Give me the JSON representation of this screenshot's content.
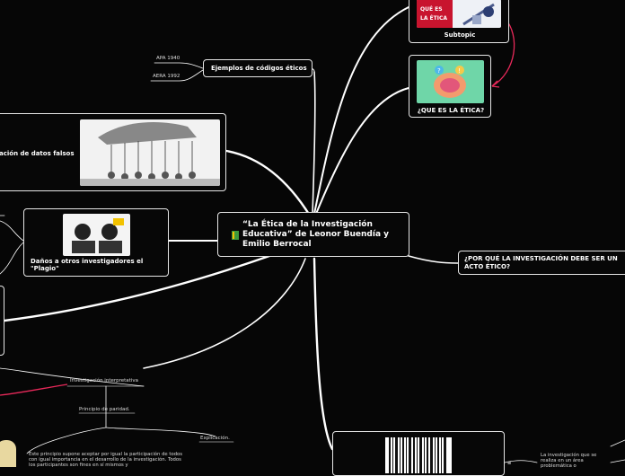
{
  "central": {
    "title": "“La Ética de la Investigación Educativa” de Leonor Buendía y Emilio Berrocal"
  },
  "topics": {
    "subtopic": "Subtopic",
    "subtopic_image_text_1": "QUÉ ES",
    "subtopic_image_text_2": "LA ÉTICA",
    "que_es": "¿QUE ES LA ÉTICA?",
    "por_que": "¿POR QUÉ LA INVESTIGACIÓN DEBE SER UN ACTO ÉTICO?",
    "ejemplos": "Ejemplos de códigos éticos",
    "apa": "APA 1940",
    "aera": "AERA 1992",
    "falsos": "ación de datos falsos",
    "plagio": "Daños a otros investigadores el \"Plagio\"",
    "interpretativa": "Investigación interpretativa",
    "paridad": "Principio de paridad.",
    "explicacion": "Explicación.",
    "paridad_text": "Este principio supone aceptar por igual la participación de todos con igual importancia en el desarrollo de la investigación. Todos los participantes son fines en sí mismos y",
    "right_small": "La investigación que se realiza en un área problemática o"
  },
  "colors": {
    "accent": "#e8295a",
    "line": "#ffffff",
    "background": "#060606"
  }
}
